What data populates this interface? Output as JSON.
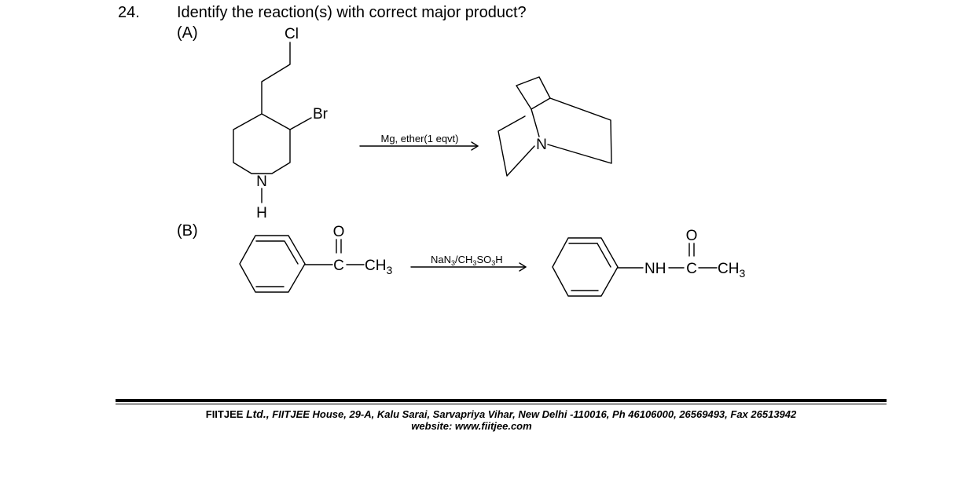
{
  "question": {
    "number": "24.",
    "text": "Identify the reaction(s) with correct major product?"
  },
  "reaction_a": {
    "label": "(A)",
    "reactant_atoms": {
      "chlorine": "Cl",
      "bromine": "Br",
      "nitrogen": "N",
      "hydrogen": "H"
    },
    "conditions": "Mg, ether(1 eqvt)",
    "product_atom": "N"
  },
  "reaction_b": {
    "label": "(B)",
    "reactant_oxygen": "O",
    "reactant_carbon": "C",
    "reactant_methyl": "CH",
    "reactant_methyl_sub": "3",
    "conditions_parts": [
      "NaN",
      "3",
      "/CH",
      "3",
      "SO",
      "3",
      "H"
    ],
    "product_nh": "NH",
    "product_oxygen": "O",
    "product_carbon": "C",
    "product_methyl": "CH",
    "product_methyl_sub": "3"
  },
  "footer": {
    "brand": "FIITJEE",
    "ltd": "Ltd.,",
    "address": "FIITJEE House, 29-A, Kalu  Sarai, Sarvapriya Vihar, New Delhi -110016, Ph 46106000, 26569493, Fax 26513942",
    "website": "website: www.fiitjee.com"
  }
}
